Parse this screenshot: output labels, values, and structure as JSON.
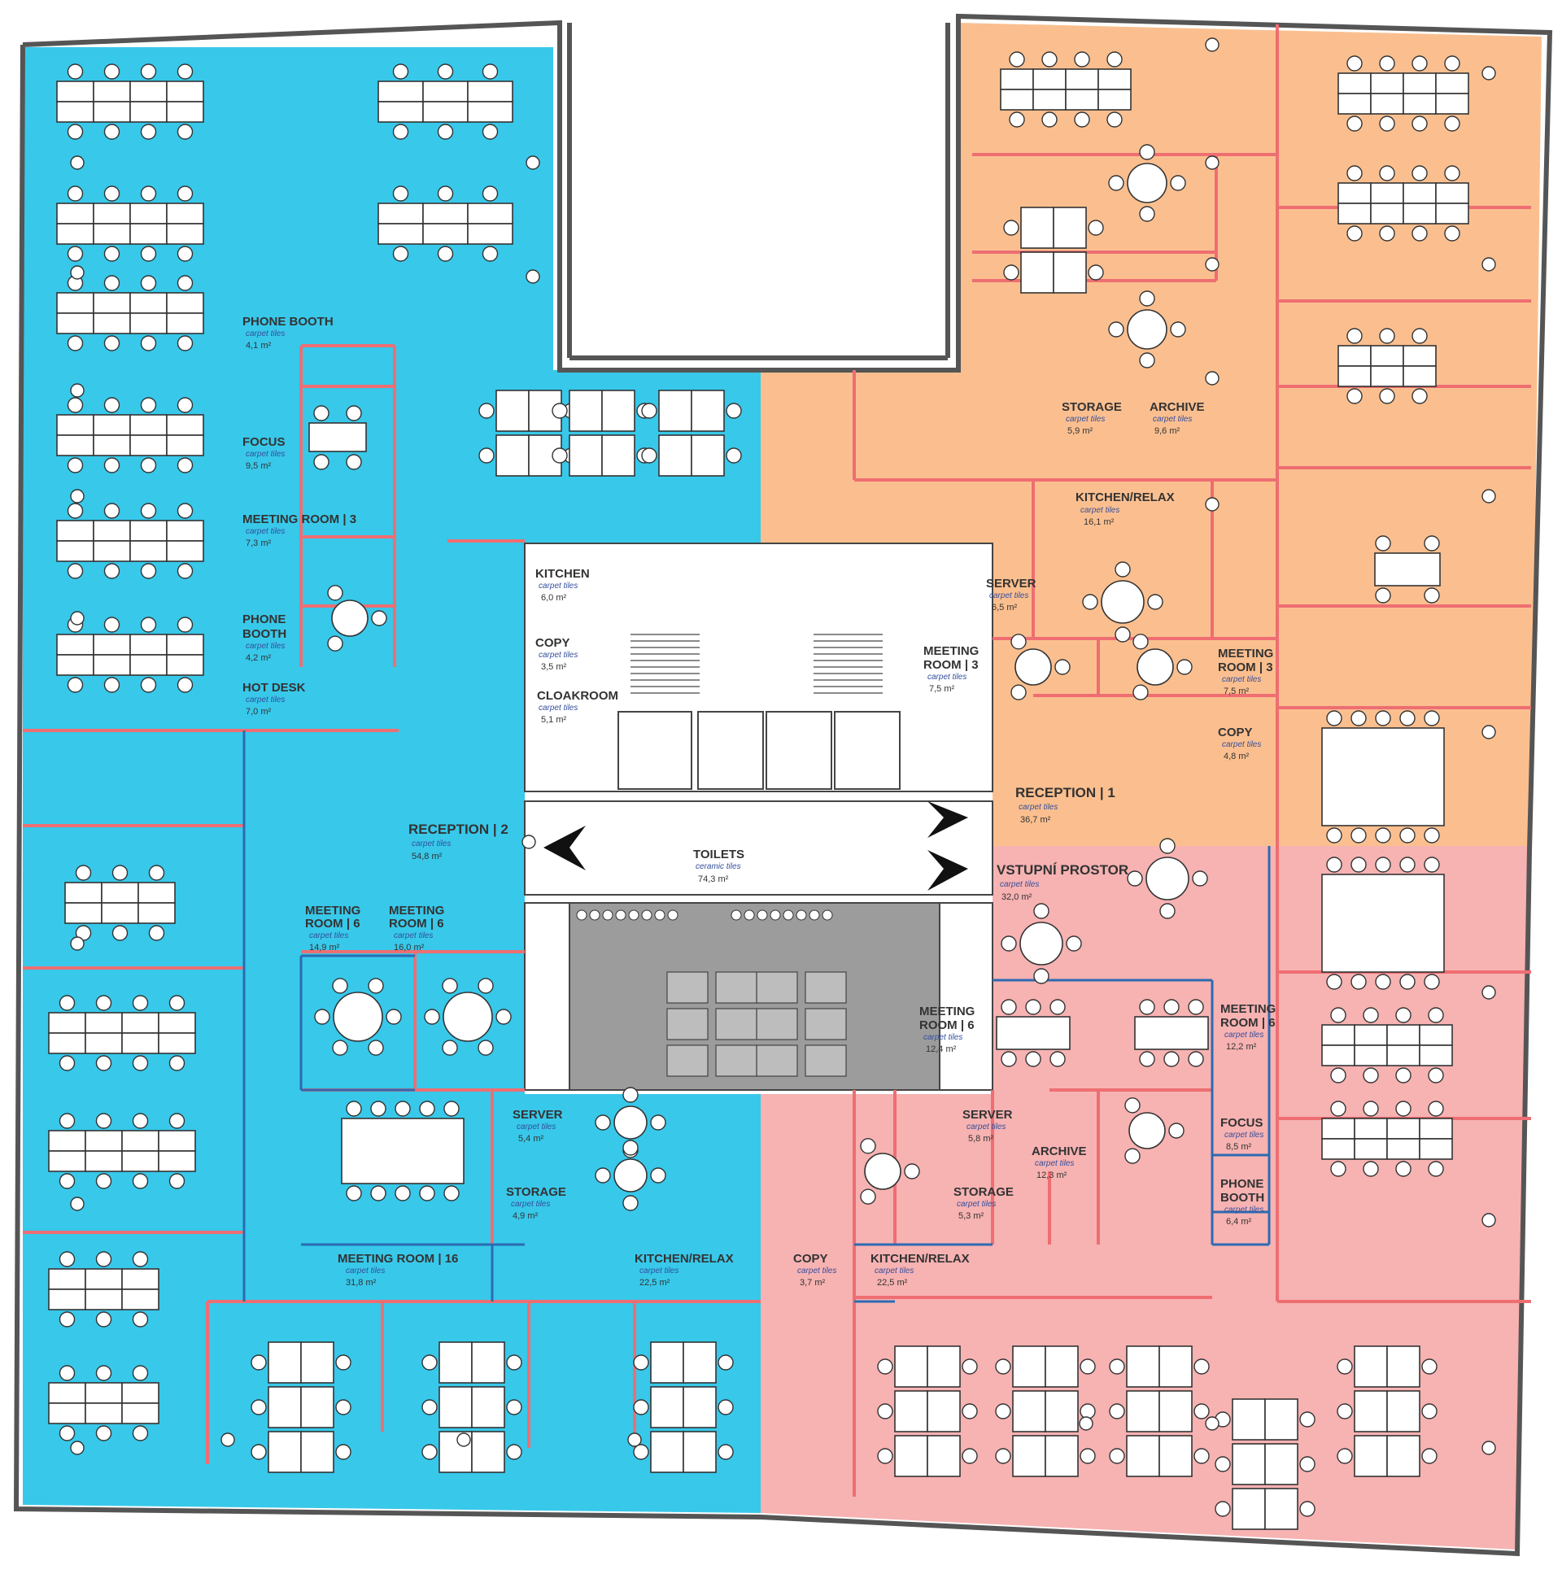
{
  "colors": {
    "zone_a": "#38c8ea",
    "zone_b": "#fbbf8f",
    "zone_c": "#f7b2b2",
    "partition": "#ee6e72",
    "glass_partition": "#2c6bb1",
    "label_material": "#334f9c"
  },
  "rooms": [
    {
      "id": "phone-booth-a1",
      "name": "PHONE BOOTH",
      "material": "carpet tiles",
      "area": "4,1 m²"
    },
    {
      "id": "focus-a",
      "name": "FOCUS",
      "material": "carpet tiles",
      "area": "9,5 m²"
    },
    {
      "id": "meeting-a3",
      "name": "MEETING ROOM | 3",
      "material": "carpet tiles",
      "area": "7,3 m²"
    },
    {
      "id": "phone-booth-a2",
      "name_line1": "PHONE",
      "name_line2": "BOOTH",
      "material": "carpet tiles",
      "area": "4,2 m²"
    },
    {
      "id": "hot-desk",
      "name": "HOT DESK",
      "material": "carpet tiles",
      "area": "7,0 m²"
    },
    {
      "id": "reception-2",
      "name": "RECEPTION | 2",
      "material": "carpet tiles",
      "area": "54,8 m²"
    },
    {
      "id": "meeting-a6a",
      "name_line1": "MEETING",
      "name_line2": "ROOM | 6",
      "material": "carpet tiles",
      "area": "14,9 m²"
    },
    {
      "id": "meeting-a6b",
      "name_line1": "MEETING",
      "name_line2": "ROOM | 6",
      "material": "carpet tiles",
      "area": "16,0 m²"
    },
    {
      "id": "server-a",
      "name": "SERVER",
      "material": "carpet tiles",
      "area": "5,4 m²"
    },
    {
      "id": "storage-a",
      "name": "STORAGE",
      "material": "carpet tiles",
      "area": "4,9 m²"
    },
    {
      "id": "meeting-16",
      "name": "MEETING ROOM | 16",
      "material": "carpet tiles",
      "area": "31,8 m²"
    },
    {
      "id": "kitchen-relax-a",
      "name": "KITCHEN/RELAX",
      "material": "carpet tiles",
      "area": "22,5 m²"
    },
    {
      "id": "kitchen-core",
      "name": "KITCHEN",
      "material": "carpet tiles",
      "area": "6,0 m²"
    },
    {
      "id": "copy-core",
      "name": "COPY",
      "material": "carpet tiles",
      "area": "3,5 m²"
    },
    {
      "id": "cloakroom",
      "name": "CLOAKROOM",
      "material": "carpet tiles",
      "area": "5,1 m²"
    },
    {
      "id": "meeting-core3",
      "name_line1": "MEETING",
      "name_line2": "ROOM | 3",
      "material": "carpet tiles",
      "area": "7,5 m²"
    },
    {
      "id": "toilets",
      "name": "TOILETS",
      "material": "ceramic tiles",
      "area": "74,3 m²"
    },
    {
      "id": "meeting-core6",
      "name_line1": "MEETING",
      "name_line2": "ROOM | 6",
      "material": "carpet tiles",
      "area": "12,4 m²"
    },
    {
      "id": "storage-b",
      "name": "STORAGE",
      "material": "carpet tiles",
      "area": "5,9 m²"
    },
    {
      "id": "archive-b",
      "name": "ARCHIVE",
      "material": "carpet tiles",
      "area": "9,6 m²"
    },
    {
      "id": "kitchen-relax-b",
      "name": "KITCHEN/RELAX",
      "material": "carpet tiles",
      "area": "16,1 m²"
    },
    {
      "id": "server-b",
      "name": "SERVER",
      "material": "carpet tiles",
      "area": "6,5 m²"
    },
    {
      "id": "meeting-b3",
      "name_line1": "MEETING",
      "name_line2": "ROOM | 3",
      "material": "carpet tiles",
      "area": "7,5 m²"
    },
    {
      "id": "copy-b",
      "name": "COPY",
      "material": "carpet tiles",
      "area": "4,8 m²"
    },
    {
      "id": "reception-1",
      "name": "RECEPTION | 1",
      "material": "carpet tiles",
      "area": "36,7 m²"
    },
    {
      "id": "vstupni",
      "name": "VSTUPNÍ PROSTOR",
      "material": "carpet tiles",
      "area": "32,0 m²"
    },
    {
      "id": "meeting-c6",
      "name_line1": "MEETING",
      "name_line2": "ROOM | 6",
      "material": "carpet tiles",
      "area": "12,2 m²"
    },
    {
      "id": "server-c",
      "name": "SERVER",
      "material": "carpet tiles",
      "area": "5,8 m²"
    },
    {
      "id": "archive-c",
      "name": "ARCHIVE",
      "material": "carpet tiles",
      "area": "12,3 m²"
    },
    {
      "id": "storage-c",
      "name": "STORAGE",
      "material": "carpet tiles",
      "area": "5,3 m²"
    },
    {
      "id": "focus-c",
      "name": "FOCUS",
      "material": "carpet tiles",
      "area": "8,5 m²"
    },
    {
      "id": "phone-booth-c",
      "name_line1": "PHONE",
      "name_line2": "BOOTH",
      "material": "carpet tiles",
      "area": "6,4 m²"
    },
    {
      "id": "copy-c",
      "name": "COPY",
      "material": "carpet tiles",
      "area": "3,7 m²"
    },
    {
      "id": "kitchen-relax-c",
      "name": "KITCHEN/RELAX",
      "material": "carpet tiles",
      "area": "22,5 m²"
    }
  ]
}
